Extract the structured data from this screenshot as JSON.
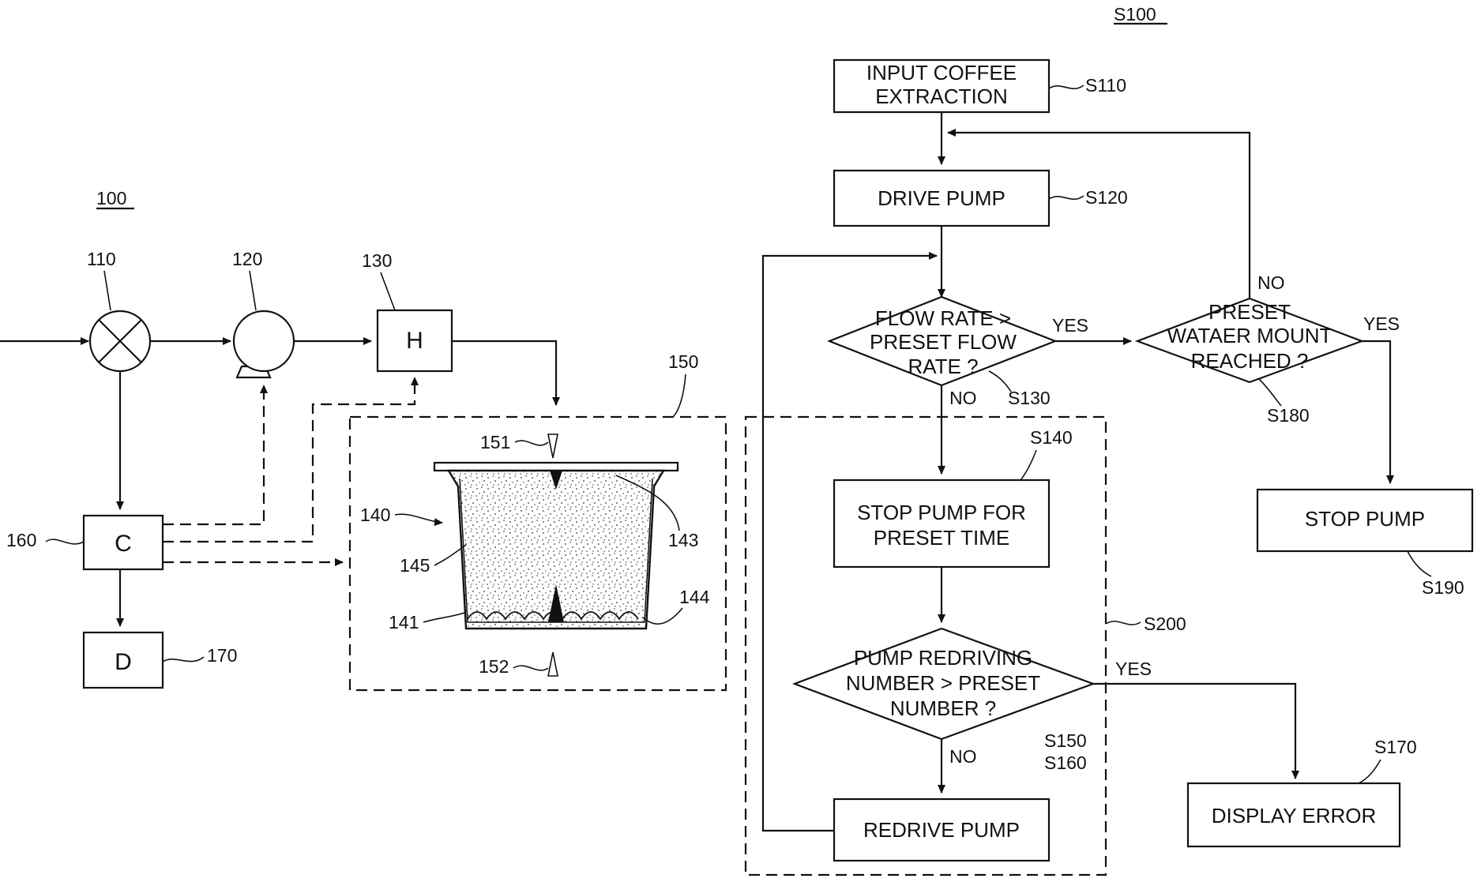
{
  "labels": {
    "fig_left": "100",
    "fig_right": "S100",
    "valve": "110",
    "pump": "120",
    "heater": "130",
    "chamber": "150",
    "capsule": "140",
    "inlet": "151",
    "outlet": "152",
    "top_filter": "143",
    "body": "145",
    "wall": "141",
    "bottom_filter": "144",
    "controller": "160",
    "display": "170"
  },
  "blocks": {
    "heater_letter": "H",
    "controller_letter": "C",
    "display_letter": "D"
  },
  "flowchart": {
    "s110": {
      "line1": "INPUT COFFEE",
      "line2": "EXTRACTION",
      "tag": "S110"
    },
    "s120": {
      "text": "DRIVE PUMP",
      "tag": "S120"
    },
    "s130": {
      "line1": "FLOW RATE >",
      "line2": "PRESET FLOW",
      "line3": "RATE ?",
      "tag": "S130",
      "yes": "YES",
      "no": "NO"
    },
    "s140": {
      "line1": "STOP PUMP FOR",
      "line2": "PRESET TIME",
      "tag": "S140"
    },
    "s150": {
      "line1": "PUMP REDRIVING",
      "line2": "NUMBER > PRESET",
      "line3": "NUMBER ?",
      "tag": "S150",
      "yes": "YES",
      "no": "NO"
    },
    "s160": {
      "text": "REDRIVE PUMP",
      "tag": "S160"
    },
    "s170": {
      "text": "DISPLAY ERROR",
      "tag": "S170"
    },
    "s180": {
      "line1": "PRESET",
      "line2": "WATAER MOUNT",
      "line3": "REACHED ?",
      "tag": "S180",
      "yes": "YES",
      "no": "NO"
    },
    "s190": {
      "text": "STOP PUMP",
      "tag": "S190"
    },
    "s200": {
      "tag": "S200"
    }
  }
}
